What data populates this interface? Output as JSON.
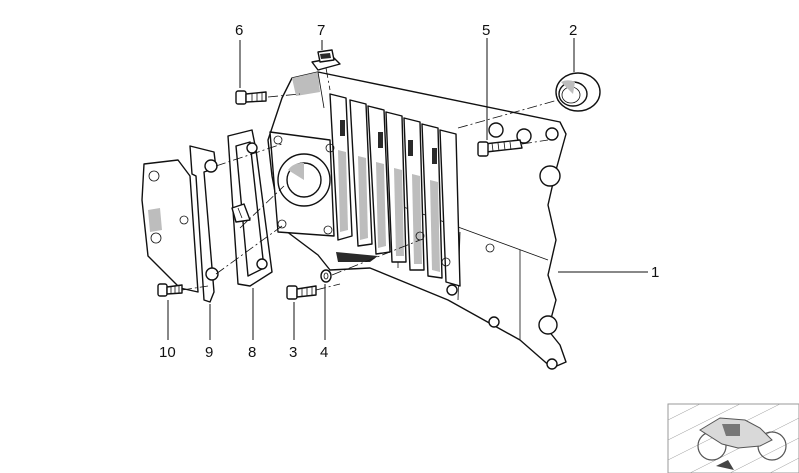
{
  "callouts": {
    "c1": "1",
    "c2": "2",
    "c3": "3",
    "c4": "4",
    "c5": "5",
    "c6": "6",
    "c7": "7",
    "c8": "8",
    "c9": "9",
    "c10": "10"
  },
  "parts": [
    {
      "ref": "1",
      "name": "housing"
    },
    {
      "ref": "2",
      "name": "shaft-seal"
    },
    {
      "ref": "3",
      "name": "screw"
    },
    {
      "ref": "4",
      "name": "washer"
    },
    {
      "ref": "5",
      "name": "screw"
    },
    {
      "ref": "6",
      "name": "screw"
    },
    {
      "ref": "7",
      "name": "plug"
    },
    {
      "ref": "8",
      "name": "gasket"
    },
    {
      "ref": "9",
      "name": "bracket"
    },
    {
      "ref": "10",
      "name": "screw"
    }
  ],
  "thumbnail_icon": "motorcycle-silhouette-icon",
  "colors": {
    "ink": "#111111",
    "shade": "#bdbdbd",
    "background": "#ffffff"
  }
}
